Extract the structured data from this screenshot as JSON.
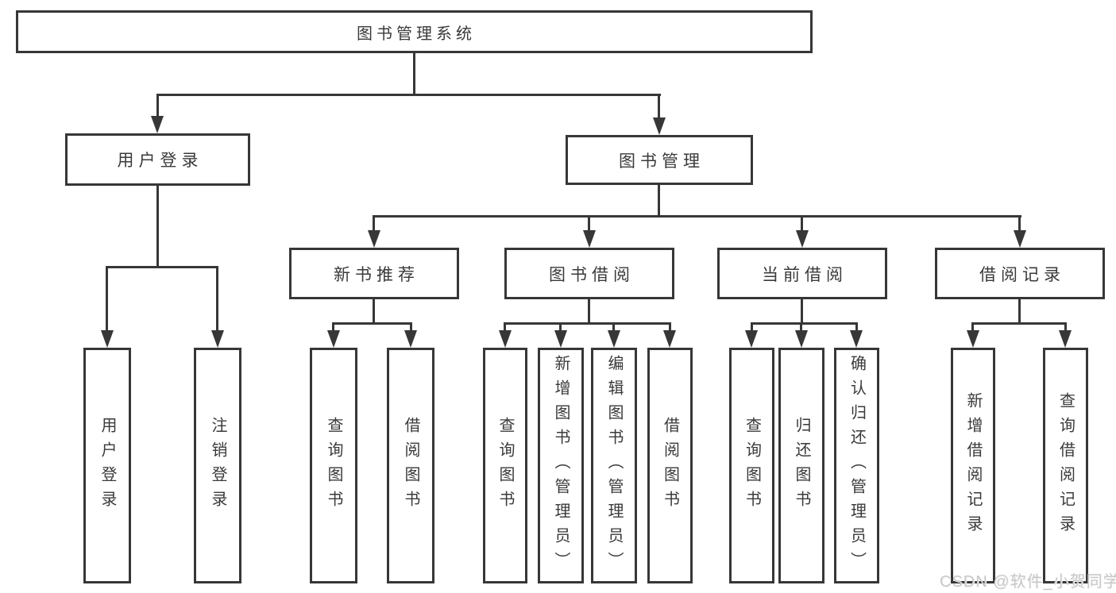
{
  "tree": {
    "root": {
      "label": "图书管理系统",
      "children": [
        {
          "label": "用户登录",
          "children": [
            {
              "label": "用户登录"
            },
            {
              "label": "注销登录"
            }
          ]
        },
        {
          "label": "图书管理",
          "children": [
            {
              "label": "新书推荐",
              "children": [
                {
                  "label": "查询图书"
                },
                {
                  "label": "借阅图书"
                }
              ]
            },
            {
              "label": "图书借阅",
              "children": [
                {
                  "label": "查询图书"
                },
                {
                  "label": "新增图书（管理员）"
                },
                {
                  "label": "编辑图书（管理员）"
                },
                {
                  "label": "借阅图书"
                }
              ]
            },
            {
              "label": "当前借阅",
              "children": [
                {
                  "label": "查询图书"
                },
                {
                  "label": "归还图书"
                },
                {
                  "label": "确认归还（管理员）"
                }
              ]
            },
            {
              "label": "借阅记录",
              "children": [
                {
                  "label": "新增借阅记录"
                },
                {
                  "label": "查询借阅记录"
                }
              ]
            }
          ]
        }
      ]
    }
  },
  "watermark": {
    "text": "CSDN @软件_小贺同学"
  },
  "colors": {
    "line": "#373737",
    "text": "#3a3a3a",
    "background": "#ffffff",
    "watermark": "#c8c8c8"
  }
}
